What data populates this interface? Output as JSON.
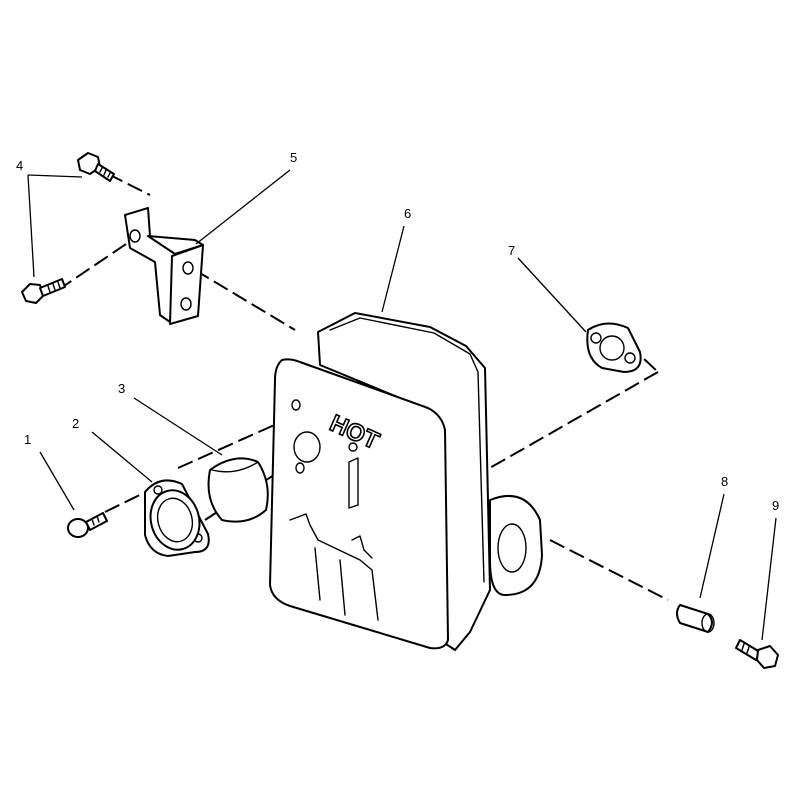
{
  "diagram": {
    "callouts": [
      "1",
      "2",
      "3",
      "4",
      "5",
      "6",
      "7",
      "8",
      "9"
    ],
    "muffler_label": "HOT"
  }
}
